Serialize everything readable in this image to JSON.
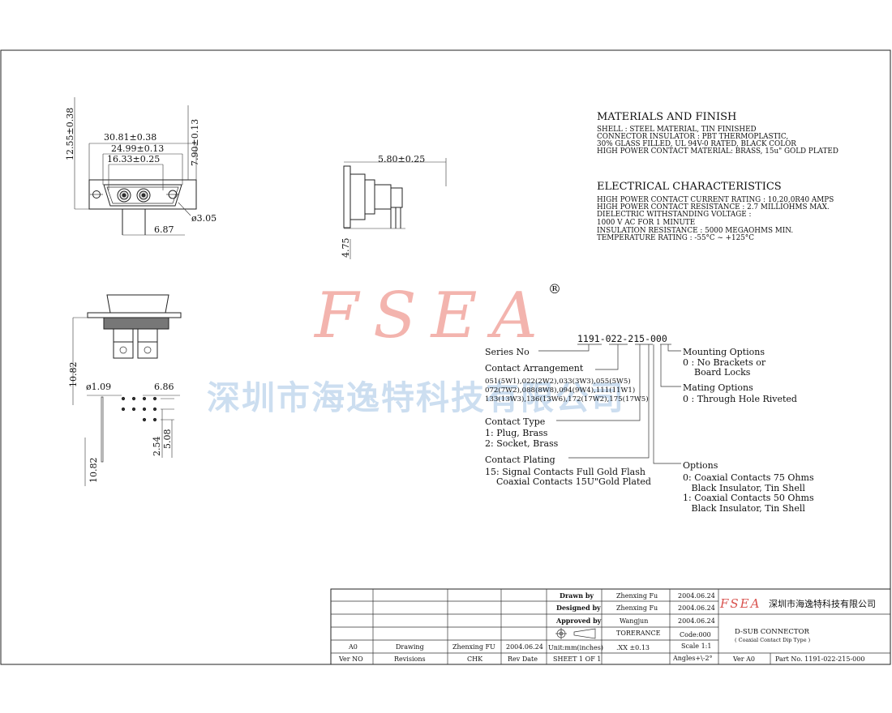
{
  "watermark": {
    "logo": "FSEA",
    "registered": "®",
    "company_cn": "深圳市海逸特科技有限公司"
  },
  "dims": {
    "height_12_55": "12.55±0.38",
    "width_30_81": "30.81±0.38",
    "width_24_99": "24.99±0.13",
    "width_16_33": "16.33±0.25",
    "height_7_90": "7.90±0.13",
    "hole_3_05": "ø3.05",
    "pin_6_87": "6.87",
    "side_5_80": "5.80±0.25",
    "side_4_75": "4.75",
    "front_10_82": "10.82",
    "pin_dia_1_09": "ø1.09",
    "pitch_6_86": "6.86",
    "pitch_2_54": "2.54",
    "pitch_5_08": "5.08",
    "bottom_10_82": "10.82"
  },
  "materials": {
    "title": "MATERIALS AND FINISH",
    "lines": [
      "SHELL : STEEL MATERIAL, TIN FINISHED",
      "CONNECTOR INSULATOR : PBT THERMOPLASTIC,",
      "30% GLASS FILLED, UL 94V-0 RATED, BLACK COLOR",
      "HIGH POWER CONTACT MATERIAL: BRASS, 15u\" GOLD PLATED"
    ]
  },
  "electrical": {
    "title": "ELECTRICAL CHARACTERISTICS",
    "lines": [
      "HIGH POWER CONTACT CURRENT RATING :   10,20,0R40 AMPS",
      "HIGH POWER CONTACT RESISTANCE : 2.7 MILLIOHMS MAX.",
      "DIELECTRIC WITHSTANDING VOLTAGE :",
      "    1000 V AC FOR 1 MINUTE",
      "INSULATION RESISTANCE : 5000 MEGAOHMS MIN.",
      "TEMPERATURE RATING : -55°C ~  +125°C"
    ]
  },
  "part_code": {
    "number": "1191-022-215-000",
    "series_label": "Series No",
    "arrangement_title": "Contact Arrangement",
    "arrangement_lines": [
      "051(5W1),022(2W2),033(3W3),055(5W5)",
      "072(7W2),088(8W8),094(9W4),111(11W1)",
      "133(13W3),136(13W6),172(17W2),175(17W5)"
    ],
    "type_title": "Contact Type",
    "type_lines": [
      "1: Plug, Brass",
      "2: Socket, Brass"
    ],
    "plating_title": "Contact Plating",
    "plating_lines": [
      "15: Signal Contacts Full Gold Flash",
      "    Coaxial Contacts 15U\"Gold Plated"
    ],
    "mounting_title": "Mounting Options",
    "mounting_lines": [
      "0 : No Brackets or",
      "    Board Locks"
    ],
    "mating_title": "Mating Options",
    "mating_lines": [
      "0 : Through Hole Riveted"
    ],
    "options_title": "Options",
    "options_lines": [
      "0: Coaxial Contacts 75 Ohms",
      "   Black Insulator, Tin Shell",
      "1: Coaxial Contacts 50 Ohms",
      "   Black Insulator, Tin Shell"
    ]
  },
  "title_block": {
    "rev_row": [
      "A0",
      "Drawing",
      "Zhenxing FU",
      "2004.06.24"
    ],
    "header_row": [
      "Ver NO",
      "Revisions",
      "CHK",
      "Rev Date"
    ],
    "drawn_label": "Drawn  by",
    "drawn_name": "Zhenxing Fu",
    "drawn_date": "2004.06.24",
    "designed_label": "Designed by",
    "designed_name": "Zhenxing Fu",
    "designed_date": "2004.06.24",
    "approved_label": "Approved by",
    "approved_name": "Wangjun",
    "approved_date": "2004.06.24",
    "tolerance_label": "TORERANCE",
    "code": "Code:000",
    "units": "Unit:mm(inches)",
    "xx_tol": ".XX  ±0.13",
    "scale": "Scale 1:1",
    "sheet": "SHEET 1 OF 1",
    "angles": "Angles+\\-2°",
    "logo": "FSEA",
    "company_cn": "深圳市海逸特科技有限公司",
    "product": "D-SUB CONNECTOR",
    "product_sub": "( Coaxial Contact Dip Type )",
    "ver": "Ver A0",
    "part_no": "Part No. 1191-022-215-000"
  }
}
